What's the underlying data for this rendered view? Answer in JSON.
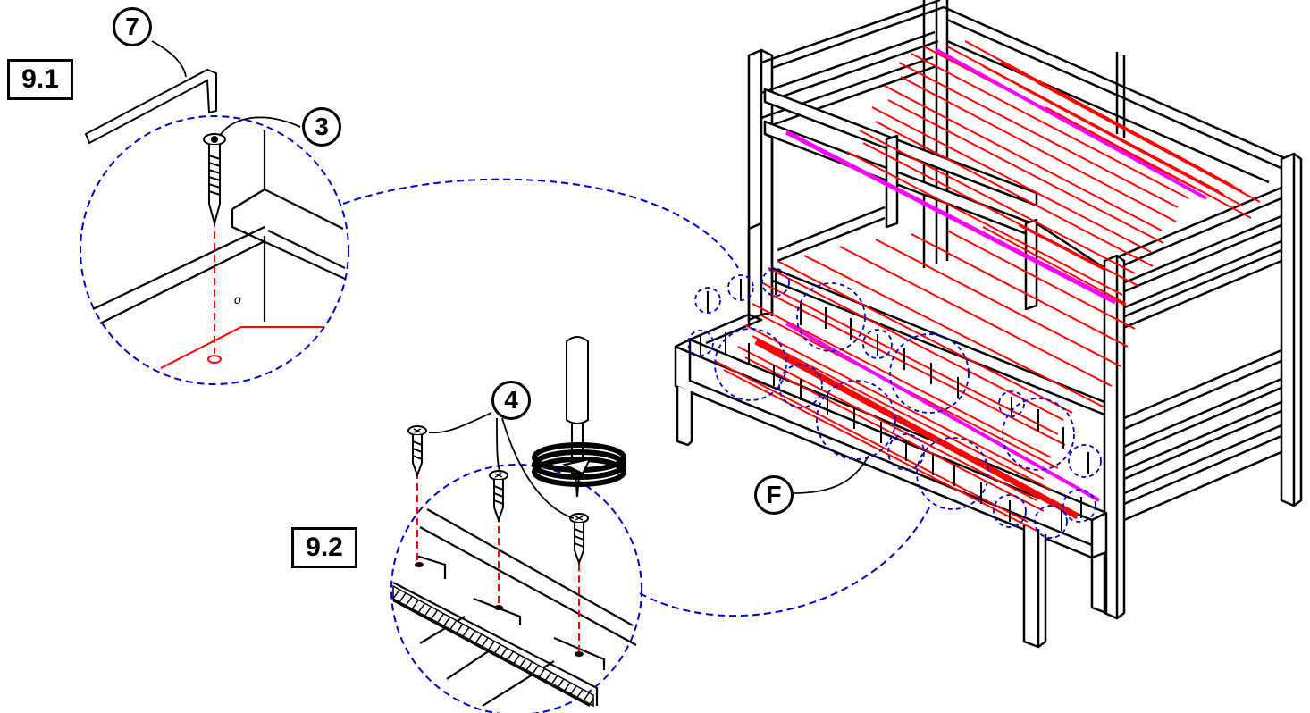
{
  "steps": {
    "step_a": "9.1",
    "step_b": "9.2"
  },
  "callouts": {
    "allen_key": "7",
    "bolt": "3",
    "screws": "4",
    "slat_frame": "F"
  },
  "colors": {
    "line": "#000000",
    "slat": "#ff0000",
    "support_rail": "#ff00ff",
    "detail_circle": "#0000cc"
  }
}
